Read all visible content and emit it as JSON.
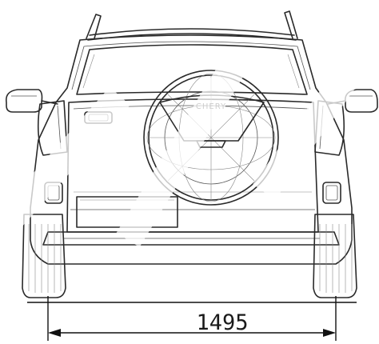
{
  "drawing": {
    "view": "rear",
    "brand_badge": "CHERY",
    "track_width_label": "1495"
  }
}
